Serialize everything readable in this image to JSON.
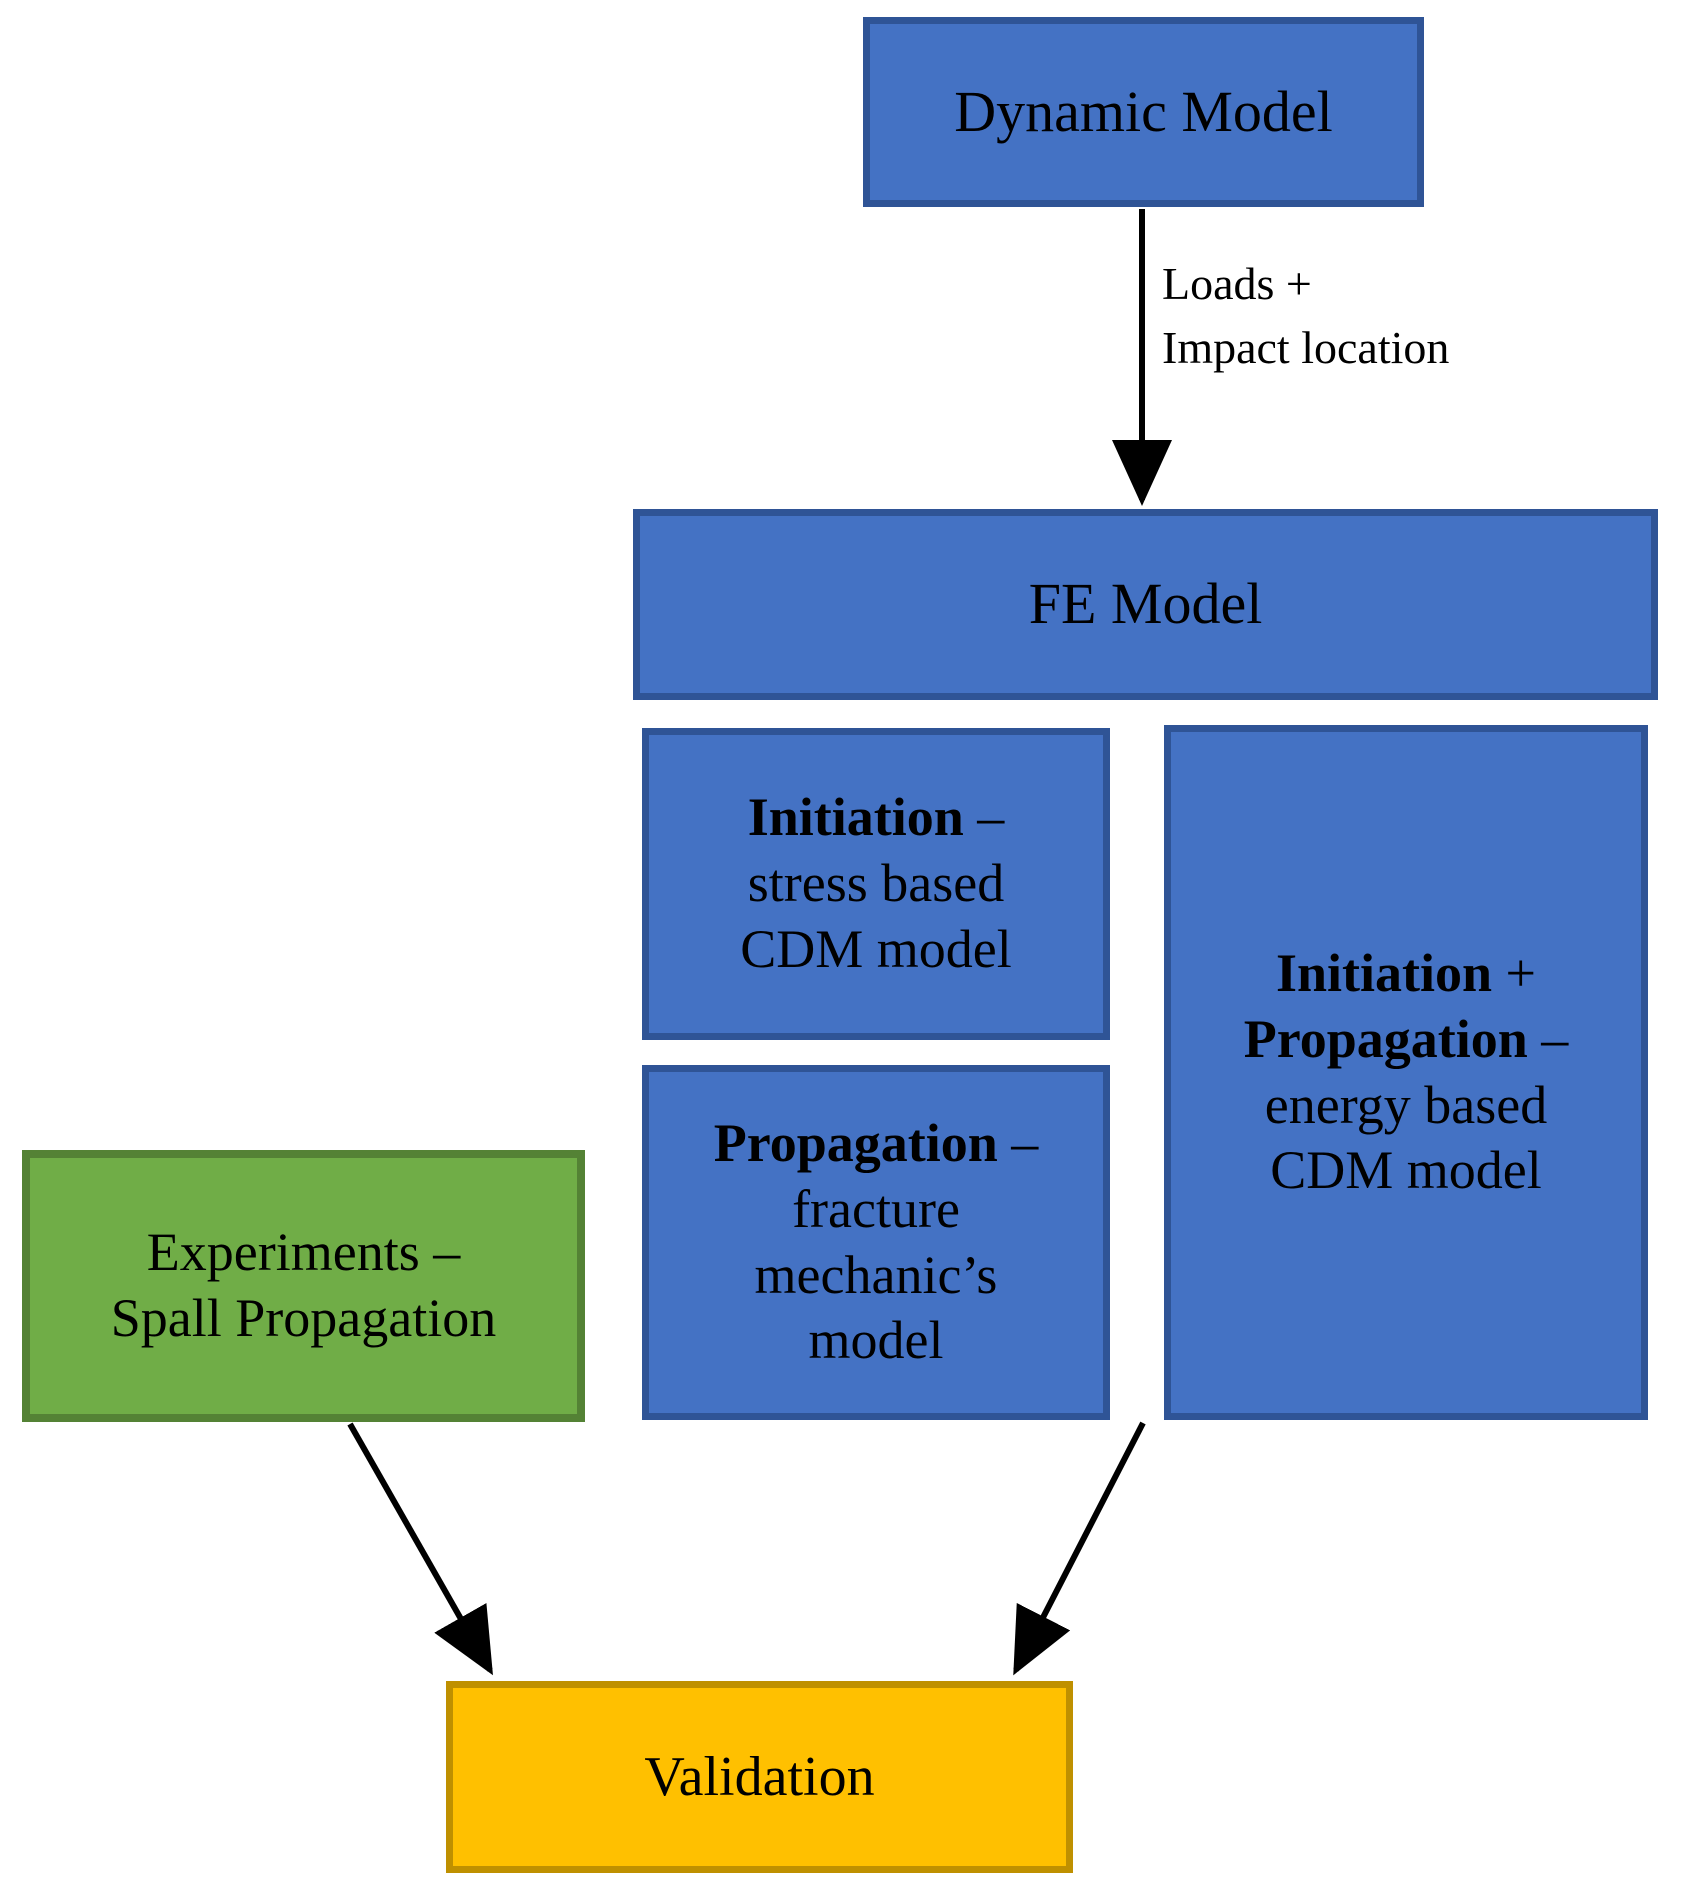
{
  "colors": {
    "blue_fill": "#4472C4",
    "blue_border": "#2F5496",
    "green_fill": "#70AD47",
    "green_border": "#548235",
    "orange_fill": "#FFC000",
    "orange_border": "#BF9000",
    "arrow": "#000000",
    "text": "#000000"
  },
  "nodes": {
    "dynamic_model": {
      "label": "Dynamic Model"
    },
    "fe_model": {
      "label": "FE Model"
    },
    "initiation": {
      "title_bold": "Initiation",
      "title_rest": " –",
      "line2": "stress based",
      "line3": "CDM model"
    },
    "propagation": {
      "title_bold": "Propagation",
      "title_rest": " –",
      "line2": "fracture",
      "line3": "mechanic’s",
      "line4": "model"
    },
    "initiation_propagation": {
      "line1_bold": "Initiation",
      "line1_rest": " +",
      "line2_bold": "Propagation",
      "line2_rest": " –",
      "line3": "energy based",
      "line4": "CDM model"
    },
    "experiments": {
      "line1": "Experiments –",
      "line2": "Spall Propagation"
    },
    "validation": {
      "label": "Validation"
    }
  },
  "edges": {
    "dynamic_to_fe": {
      "label_line1": "Loads +",
      "label_line2": "Impact location"
    }
  }
}
